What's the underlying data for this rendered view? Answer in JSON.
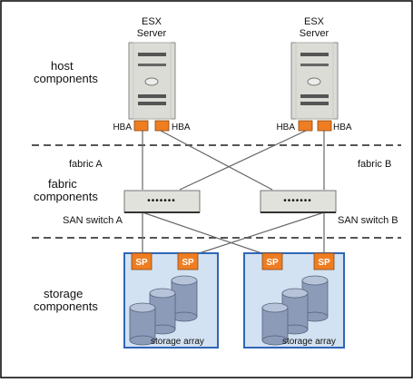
{
  "colors": {
    "frame": "#000000",
    "divider": "#555555",
    "server_fill": "#dcdcd6",
    "server_slot": "#555555",
    "hba": "#ef7d22",
    "switch_fill": "#e2e2dc",
    "storage_fill": "#d3e2f2",
    "storage_border": "#2e66b8",
    "disk": "#8c9bb8",
    "sp": "#ef7d22",
    "cable": "#666666"
  },
  "sections": {
    "host": "host components",
    "host_lines": [
      "host",
      "components"
    ],
    "fabric_lines": [
      "fabric",
      "components"
    ],
    "storage_lines": [
      "storage",
      "components"
    ]
  },
  "servers": [
    {
      "title_lines": [
        "ESX",
        "Server"
      ],
      "hba_left": "HBA",
      "hba_right": "HBA"
    },
    {
      "title_lines": [
        "ESX",
        "Server"
      ],
      "hba_left": "HBA",
      "hba_right": "HBA"
    }
  ],
  "fabrics": {
    "a": "fabric A",
    "b": "fabric B"
  },
  "switches": [
    {
      "label": "SAN switch A",
      "dots": "•••••••"
    },
    {
      "label": "SAN switch B",
      "dots": "•••••••"
    }
  ],
  "storage_arrays": [
    {
      "label": "storage array",
      "sp_left": "SP",
      "sp_right": "SP"
    },
    {
      "label": "storage array",
      "sp_left": "SP",
      "sp_right": "SP"
    }
  ]
}
